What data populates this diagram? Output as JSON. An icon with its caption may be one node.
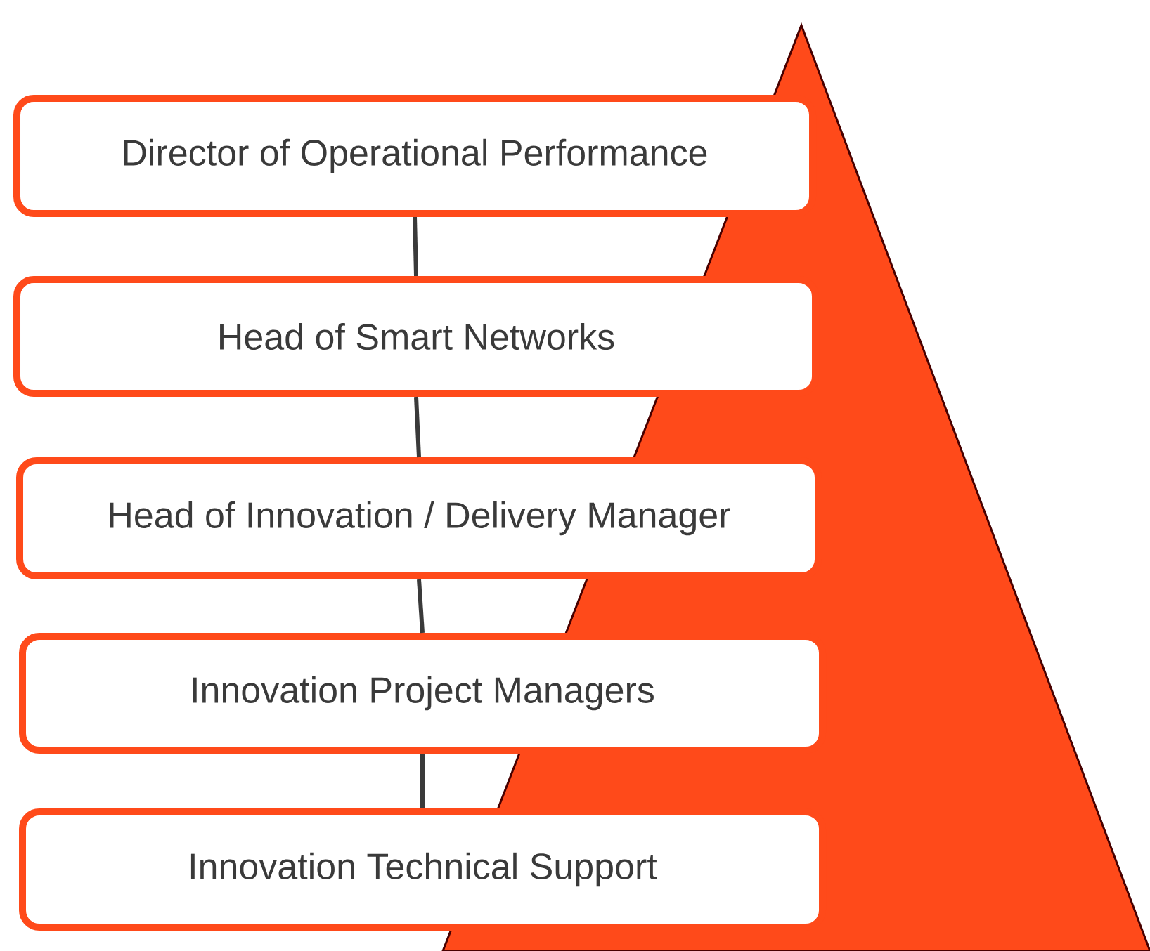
{
  "diagram": {
    "nodes": [
      {
        "text": [
          "Director of Operational Performance"
        ]
      },
      {
        "text": [
          "Head of Smart Networks"
        ]
      },
      {
        "text": [
          "Head of Innovation / Delivery Manager"
        ]
      },
      {
        "text": [
          "Innovation Project Managers"
        ]
      },
      {
        "text": [
          "Innovation Technical Support"
        ]
      }
    ],
    "edges": [
      {
        "from": 0,
        "to": 1,
        "arrow": "none"
      },
      {
        "from": 1,
        "to": 2,
        "arrow": "none"
      },
      {
        "from": 2,
        "to": 3,
        "arrow": "none"
      },
      {
        "from": 3,
        "to": 4,
        "arrow": "none"
      }
    ]
  }
}
